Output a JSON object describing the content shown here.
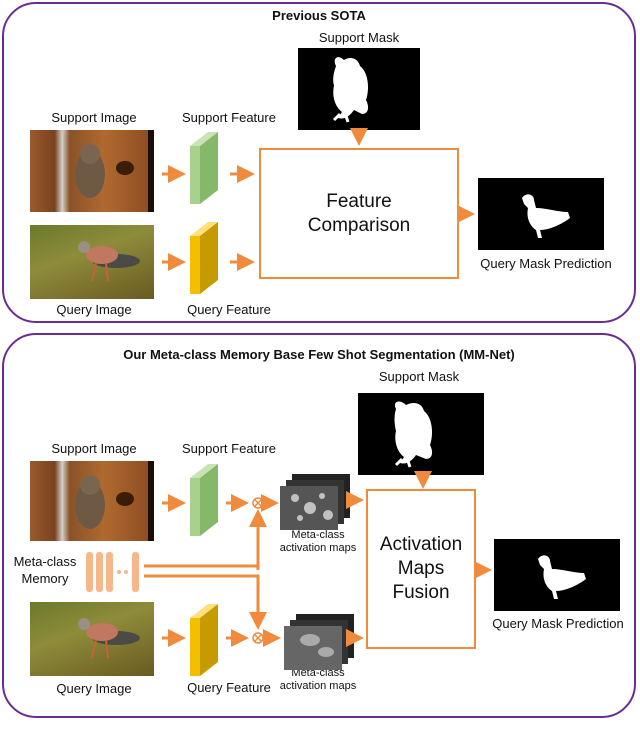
{
  "top": {
    "title": "Previous SOTA",
    "support_mask": "Support Mask",
    "support_image": "Support Image",
    "support_feature": "Support Feature",
    "query_image": "Query Image",
    "query_feature": "Query Feature",
    "comparison": "Feature\nComparison",
    "query_mask_prediction": "Query Mask Prediction"
  },
  "bottom": {
    "title": "Our Meta-class Memory Base Few Shot Segmentation (MM-Net)",
    "support_mask": "Support Mask",
    "support_image": "Support Image",
    "support_feature": "Support Feature",
    "meta_memory": "Meta-class\nMemory",
    "meta_maps_top": "Meta-class\nactivation maps",
    "meta_maps_bottom": "Meta-class\nactivation maps",
    "fusion": "Activation\nMaps\nFusion",
    "query_image": "Query Image",
    "query_feature": "Query Feature",
    "query_mask_prediction": "Query Mask Prediction"
  },
  "colors": {
    "panel_border": "#6a2c91",
    "arrow": "#f08a3c",
    "support_feature": "#a9d18e",
    "query_feature": "#f2c000",
    "memory": "#f6b88a"
  }
}
